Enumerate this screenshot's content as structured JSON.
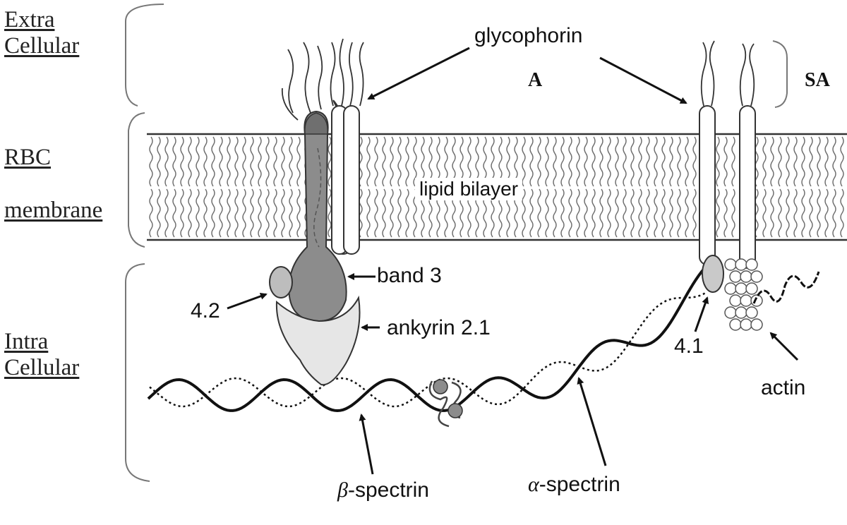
{
  "regions": {
    "extra_line1": "Extra",
    "extra_line2": "Cellular",
    "rbc_line1": "RBC",
    "rbc_line2": "membrane",
    "intra_line1": "Intra",
    "intra_line2": "Cellular"
  },
  "labels": {
    "glycophorin": "glycophorin",
    "a": "A",
    "sa": "SA",
    "lipid_bilayer": "lipid bilayer",
    "band3": "band 3",
    "p42": "4.2",
    "ankyrin": "ankyrin 2.1",
    "p41": "4.1",
    "actin": "actin",
    "beta_symbol": "β",
    "beta_rest": "-spectrin",
    "alpha_symbol": "α",
    "alpha_rest": "-spectrin"
  },
  "colors": {
    "band3": "#8c8c8c",
    "band3_top": "#7a7a7a",
    "ankyrin": "#e6e6e6",
    "protein42": "#bdbdbd",
    "protein41": "#c9c9c9",
    "line": "#1a1a1a",
    "bilayer_wave": "#6e6e6e"
  }
}
